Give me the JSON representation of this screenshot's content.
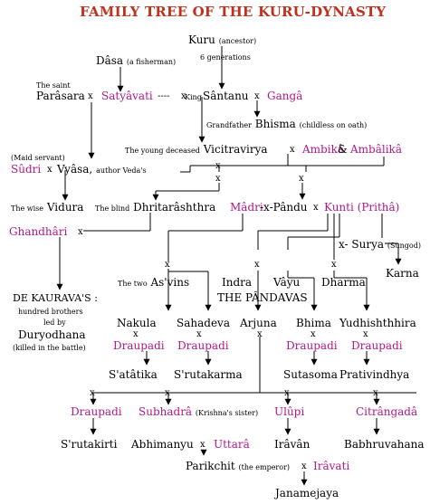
{
  "title": "FAMILY TREE OF THE KURU-DYNASTY",
  "x": "x",
  "nodes": {
    "kuru": {
      "name": "Kuru",
      "note": "(ancestor)"
    },
    "six_generations": "6 generations",
    "dasa": {
      "name": "Dâsa",
      "note": "(a fisherman)"
    },
    "parasara": {
      "prefix": "The saint",
      "name": "Parâsara"
    },
    "satyavati": "Satyâvati",
    "dashes": "----",
    "santanu": {
      "prefix": "King",
      "name": "Sântanu"
    },
    "ganga": "Gangâ",
    "bhisma": {
      "prefix": "Grandfather",
      "name": "Bhisma",
      "note": "(childless on oath)"
    },
    "vicitravirya": {
      "prefix": "The young deceased",
      "name": "Vicitravirya"
    },
    "ambika": "Ambikâ",
    "amp": "&",
    "ambalika": "Ambâlikâ",
    "sudri": {
      "note": "(Maid servant)",
      "name": "Sûdri"
    },
    "vyasa": {
      "name": "Vyâsa,",
      "note": "author Veda's"
    },
    "vidura": {
      "prefix": "The wise",
      "name": "Vidura"
    },
    "dhritarashthra": {
      "prefix": "The blind",
      "name": "Dhritarâshthra"
    },
    "madri": "Mâdri",
    "pandu": "-x-Pându",
    "kunti": "Kunti (Prithâ)",
    "gandhari": "Ghandhâri",
    "surya": {
      "name": "x- Surya",
      "note": "(Sungod)"
    },
    "karna": "Karna",
    "asvins": {
      "prefix": "The two",
      "name": "As'vins"
    },
    "indra": "Indra",
    "vayu": "Vâyu",
    "dharma": "Dharma",
    "pandavas": "THE PÂNDAVAS",
    "kauravas": {
      "title": "DE KAURAVA'S :",
      "line1": "hundred brothers",
      "line2": "led by",
      "name": "Duryodhana",
      "note": "(killed in the battle)"
    },
    "nakula": "Nakula",
    "sahadeva": "Sahadeva",
    "arjuna": "Arjuna",
    "bhima": "Bhima",
    "yudhishthira": "Yudhishthhira",
    "draupadi": "Draupadi",
    "satatika": "S'atâtika",
    "srutakarma": "S'rutakarma",
    "sutasoma": "Sutasoma",
    "prativindhya": "Prativindhya",
    "subhadra": {
      "name": "Subhadrâ",
      "note": "(Krishna's sister)"
    },
    "ulupi": "Ulûpi",
    "citrangada": "Citrângadâ",
    "srutakirti": "S'rutakirti",
    "abhimanyu": "Abhimanyu",
    "uttara": "Uttarâ",
    "iravan": "Irâvân",
    "babhruvahana": "Babhruvahana",
    "parikchit": {
      "name": "Parikchit",
      "note": "(the emperor)"
    },
    "iravati": "Irâvati",
    "janamejaya": "Janamejaya"
  },
  "colors": {
    "title": "#c2301d",
    "spouse": "#b0188a",
    "text": "#000000"
  }
}
